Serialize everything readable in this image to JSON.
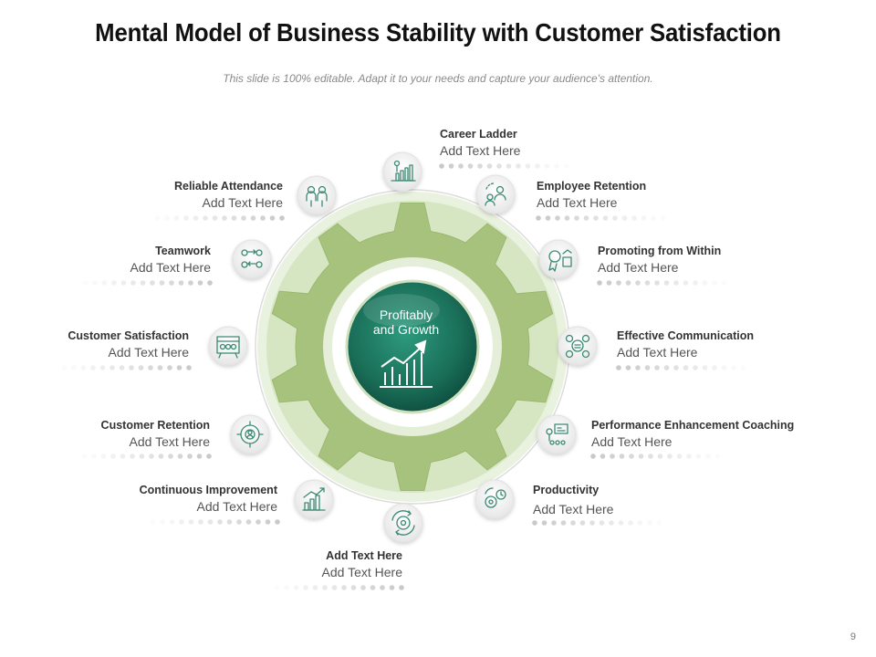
{
  "title": "Mental Model of Business Stability with Customer Satisfaction",
  "subtitle": "This slide is 100% editable. Adapt it to your needs and capture your audience's attention.",
  "center": {
    "line1": "Profitably",
    "line2": "and Growth"
  },
  "items": [
    {
      "id": "career",
      "heading": "Career Ladder",
      "text": "Add Text Here",
      "icon": "career-ladder-icon"
    },
    {
      "id": "retention",
      "heading": "Employee Retention",
      "text": "Add Text Here",
      "icon": "employee-retention-icon"
    },
    {
      "id": "promoting",
      "heading": "Promoting from Within",
      "text": "Add Text Here",
      "icon": "promotion-icon"
    },
    {
      "id": "communication",
      "heading": "Effective Communication",
      "text": "Add Text Here",
      "icon": "communication-icon"
    },
    {
      "id": "coaching",
      "heading": "Performance Enhancement Coaching",
      "text": "Add Text Here",
      "icon": "coaching-icon"
    },
    {
      "id": "productivity",
      "heading": "Productivity",
      "text": "Add Text Here",
      "icon": "productivity-icon"
    },
    {
      "id": "bottom",
      "heading": "Add Text Here",
      "text": "Add Text Here",
      "icon": "cycle-gear-icon"
    },
    {
      "id": "improvement",
      "heading": "Continuous Improvement",
      "text": "Add Text Here",
      "icon": "improvement-chart-icon"
    },
    {
      "id": "cust-retention",
      "heading": "Customer Retention",
      "text": "Add Text Here",
      "icon": "gear-people-icon"
    },
    {
      "id": "cust-satisfaction",
      "heading": "Customer Satisfaction",
      "text": "Add Text Here",
      "icon": "rating-board-icon"
    },
    {
      "id": "teamwork",
      "heading": "Teamwork",
      "text": "Add Text Here",
      "icon": "teamwork-icon"
    },
    {
      "id": "attendance",
      "heading": "Reliable Attendance",
      "text": "Add Text Here",
      "icon": "attendance-icon"
    }
  ],
  "page_number": "9",
  "colors": {
    "gear_outer": "#e7f0dc",
    "gear": "#a8c47e",
    "core": "#1e7a64",
    "icon": "#3c8a74"
  }
}
